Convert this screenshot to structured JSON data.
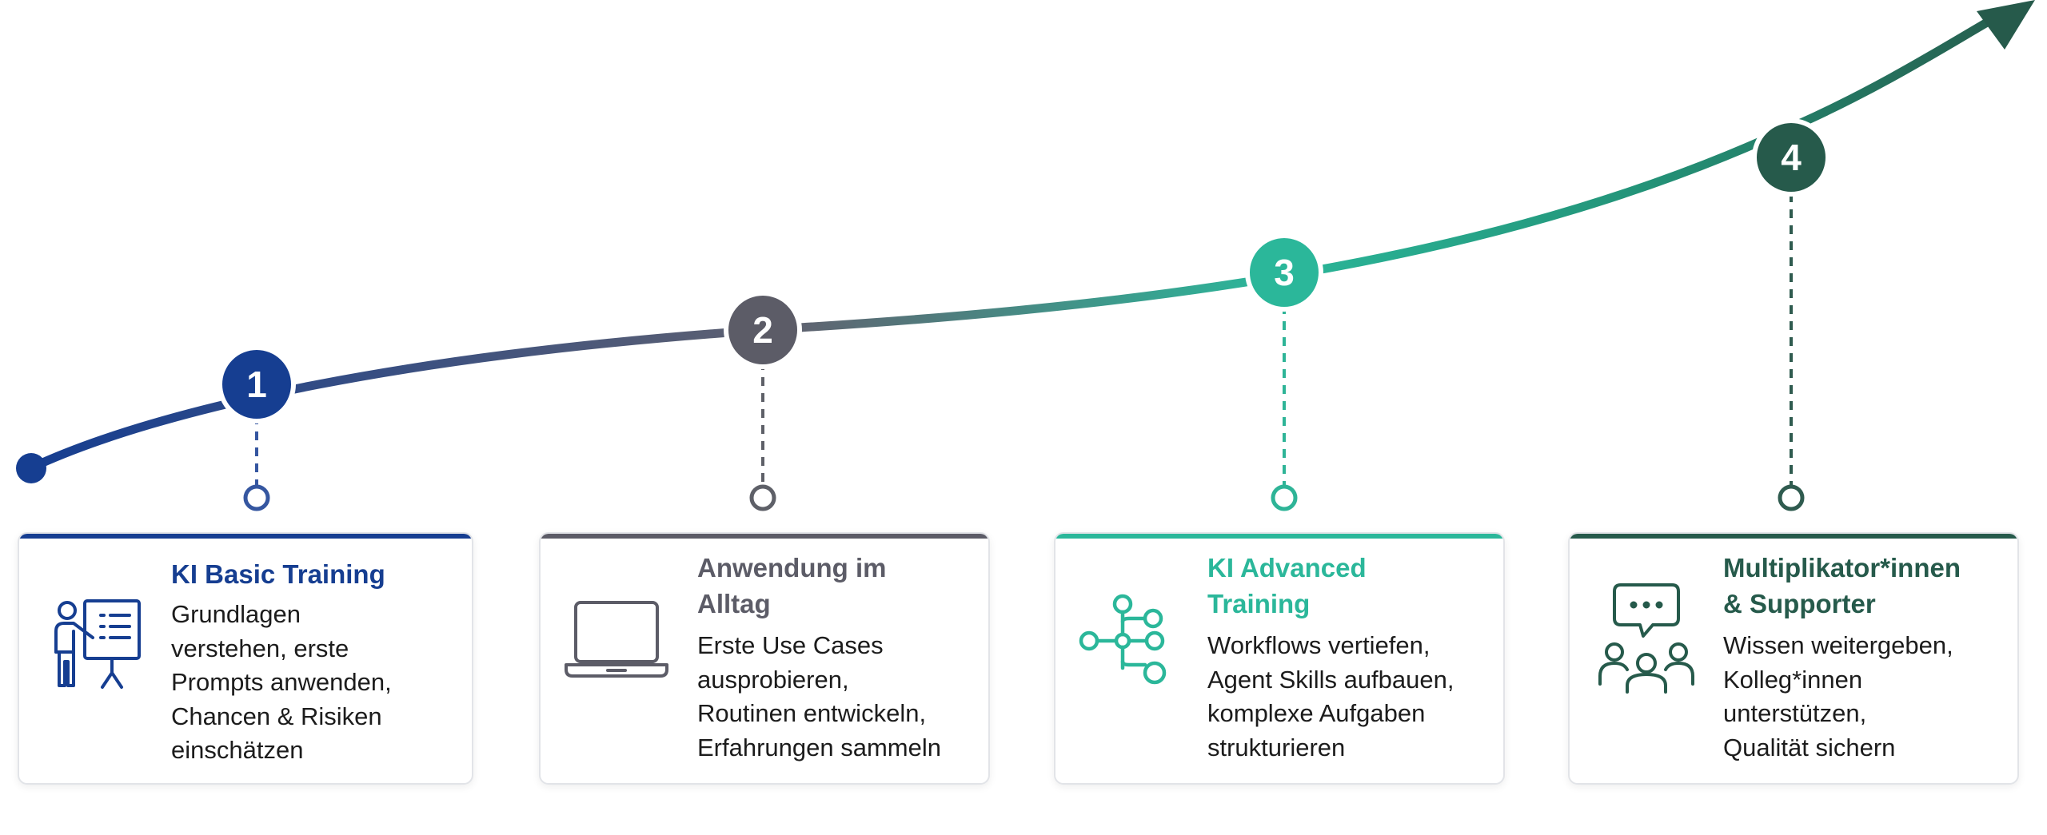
{
  "colors": {
    "blue": "#163e91",
    "gray": "#5c5c67",
    "teal": "#2bb79a",
    "green": "#265a4b",
    "connector_blue": "#3556a0",
    "connector_gray": "#5e6068",
    "connector_teal": "#2eb497",
    "connector_green": "#2f5b4f"
  },
  "stages": [
    {
      "number": "1",
      "title_lines": [
        "KI Basic Training"
      ],
      "text_lines": [
        "Grundlagen",
        "verstehen, erste",
        "Prompts anwenden,",
        "Chancen & Risiken",
        "einschätzen"
      ],
      "icon": "presenter-whiteboard-icon"
    },
    {
      "number": "2",
      "title_lines": [
        "Anwendung im",
        "Alltag"
      ],
      "text_lines": [
        "Erste Use Cases",
        "ausprobieren,",
        "Routinen entwickeln,",
        "Erfahrungen sammeln"
      ],
      "icon": "laptop-icon"
    },
    {
      "number": "3",
      "title_lines": [
        "KI Advanced",
        "Training"
      ],
      "text_lines": [
        "Workflows vertiefen,",
        "Agent Skills aufbauen,",
        "komplexe Aufgaben",
        "strukturieren"
      ],
      "icon": "workflow-nodes-icon"
    },
    {
      "number": "4",
      "title_lines": [
        "Multiplikator*innen",
        "& Supporter"
      ],
      "text_lines": [
        "Wissen weitergeben,",
        "Kolleg*innen",
        "unterstützen,",
        "Qualität sichern"
      ],
      "icon": "people-chat-icon"
    }
  ]
}
